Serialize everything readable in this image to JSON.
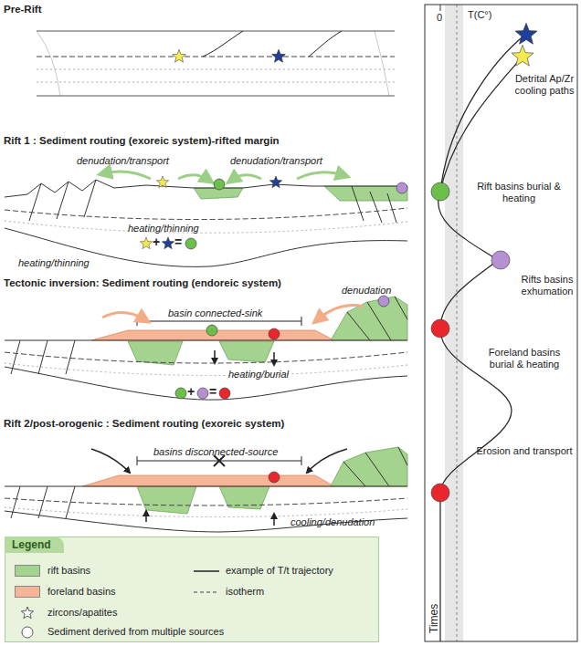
{
  "diagram": {
    "nodes": [
      {
        "text": [
          "Legend"
        ]
      }
    ],
    "labels": [
      "Pre-Rift",
      "Rift 1 : Sediment routing (exoreic system)-rifted margin",
      "denudation/transport",
      "denudation/transport",
      "heating/thinning",
      "heating/thinning",
      "+",
      "=",
      "Tectonic inversion: Sediment routing (endoreic system)",
      "basin connected-sink",
      "denudation",
      "heating/burial",
      "+",
      "=",
      "Rift 2/post-orogenic : Sediment routing (exoreic system)",
      "basins disconnected-source",
      "cooling/denudation",
      "0",
      "T(C°)",
      "Detrital Ap/Zr cooling paths",
      "Rift basins burial & heating",
      "Rifts basins exhumation",
      "Foreland basins burial & heating",
      "Erosion and transport",
      "Times"
    ],
    "legend": [
      {
        "text": "rift basins",
        "color": "#a3d38f"
      },
      {
        "text": "example of T/t trajectory"
      },
      {
        "text": "foreland basins",
        "color": "#f6b596"
      },
      {
        "text": "isotherm"
      },
      {
        "text": "zircons/apatites"
      },
      {
        "text": "Sediment derived from multiple sources"
      }
    ]
  }
}
